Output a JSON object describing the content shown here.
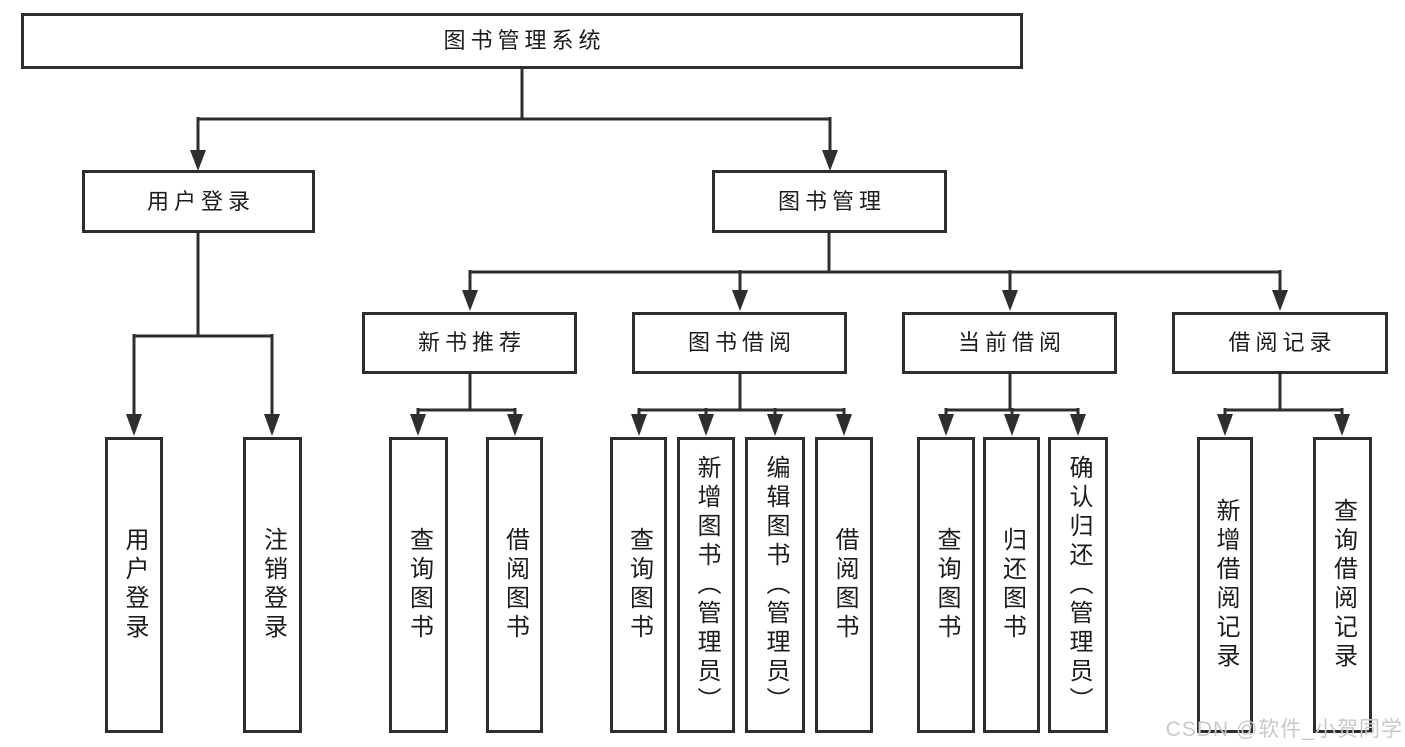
{
  "watermark": {
    "text": "CSDN @软件_小贺同学"
  },
  "colors": {
    "line": "#2e2e2e",
    "text": "#1c1c1c",
    "box_bg": "#ffffff",
    "page_bg": "#ffffff",
    "watermark": "#cbc7cc"
  },
  "tree": {
    "root": {
      "label": "图书管理系统",
      "children": [
        {
          "label": "用户登录",
          "children": [
            {
              "label": "用户登录"
            },
            {
              "label": "注销登录"
            }
          ]
        },
        {
          "label": "图书管理",
          "children": [
            {
              "label": "新书推荐",
              "children": [
                {
                  "label": "查询图书"
                },
                {
                  "label": "借阅图书"
                }
              ]
            },
            {
              "label": "图书借阅",
              "children": [
                {
                  "label": "查询图书"
                },
                {
                  "label": "新增图书（管理员）"
                },
                {
                  "label": "编辑图书（管理员）"
                },
                {
                  "label": "借阅图书"
                }
              ]
            },
            {
              "label": "当前借阅",
              "children": [
                {
                  "label": "查询图书"
                },
                {
                  "label": "归还图书"
                },
                {
                  "label": "确认归还（管理员）"
                }
              ]
            },
            {
              "label": "借阅记录",
              "children": [
                {
                  "label": "新增借阅记录"
                },
                {
                  "label": "查询借阅记录"
                }
              ]
            }
          ]
        }
      ]
    }
  }
}
